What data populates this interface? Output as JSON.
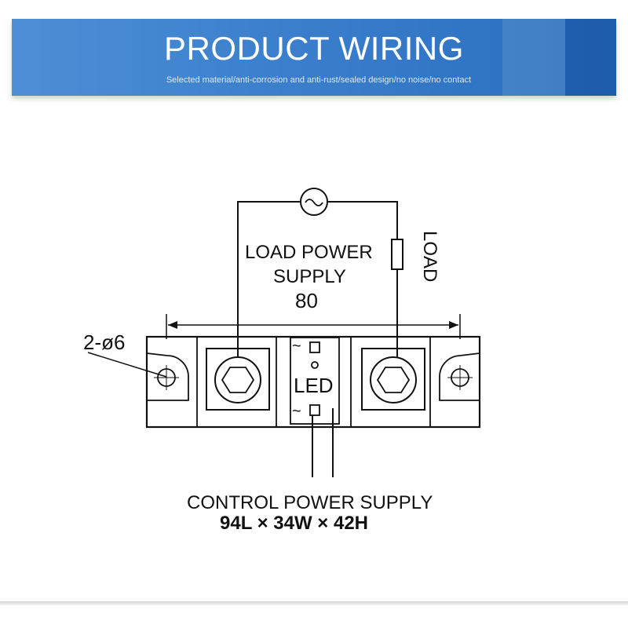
{
  "header": {
    "title": "PRODUCT WIRING",
    "subtitle": "Selected material/anti-corrosion and anti-rust/sealed design/no noise/no contact"
  },
  "diagram": {
    "load_power_supply_line1": "LOAD POWER",
    "load_power_supply_line2": "SUPPLY",
    "width_dimension": "80",
    "load_label": "LOAD",
    "hole_label": "2-ø6",
    "led_label": "LED",
    "ac_symbol_top": "~",
    "ac_symbol_bottom": "~",
    "control_power_supply": "CONTROL POWER SUPPLY",
    "dimensions": "94L × 34W × 42H"
  },
  "colors": {
    "banner": "#3b7fcc",
    "line": "#111111"
  }
}
